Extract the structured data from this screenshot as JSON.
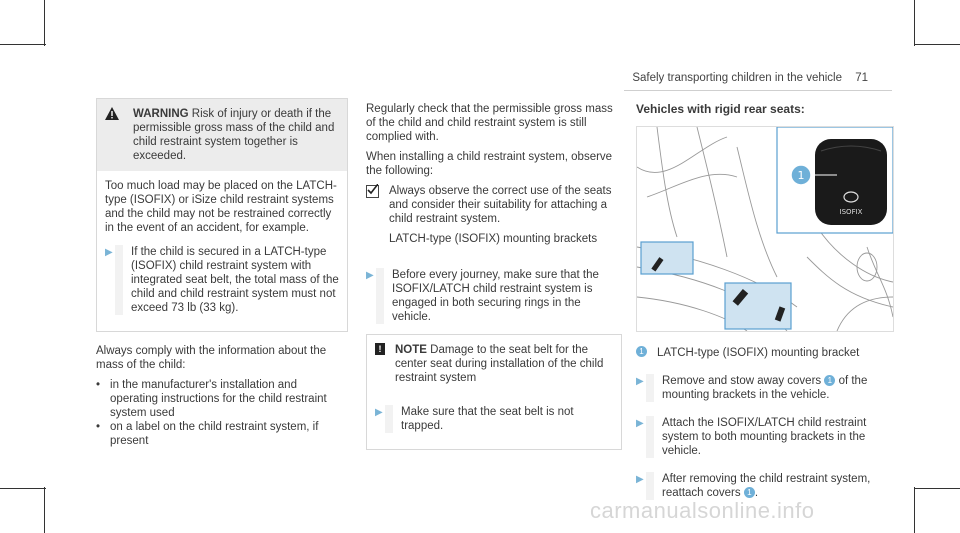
{
  "header": {
    "title": "Safely transporting children in the vehicle",
    "page": "71"
  },
  "col1": {
    "warning": {
      "label": "WARNING",
      "head_text": "Risk of injury or death if the permissible gross mass of the child and child restraint system together is exceeded.",
      "body": "Too much load may be placed on the LATCH-type (ISOFIX) or iSize child restraint systems and the child may not be restrained correctly in the event of an accident, for example.",
      "step": "If the child is secured in a LATCH-type (ISOFIX) child restraint system with integrated seat belt, the total mass of the child and child restraint system must not exceed 73 lb (33 kg)."
    },
    "para": "Always comply with the information about the mass of the child:",
    "bullets": [
      "in the manufacturer's installation and operating instructions for the child restraint system used",
      "on a label on the child restraint system, if present"
    ]
  },
  "col2": {
    "p1": "Regularly check that the permissible gross mass of the child and child restraint system is still complied with.",
    "p2": "When installing a child restraint system, observe the following:",
    "check_text": "Always observe the correct use of the seats and consider their suitability for attaching a child restraint system.",
    "check_sub": "LATCH-type (ISOFIX) mounting brackets",
    "step": "Before every journey, make sure that the ISOFIX/LATCH child restraint system is engaged in both securing rings in the vehicle.",
    "note": {
      "label": "NOTE",
      "head_text": "Damage to the seat belt for the center seat during installation of the child restraint system",
      "step": "Make sure that the seat belt is not trapped."
    }
  },
  "col3": {
    "heading": "Vehicles with rigid rear seats:",
    "figure_badge": "1",
    "figure_logo_text": "ISOFIX",
    "legend_num": "1",
    "legend_text": "LATCH-type (ISOFIX) mounting bracket",
    "steps": [
      {
        "pre": "Remove and stow away covers",
        "num": "1",
        "post": "of the mounting brackets in the vehicle."
      },
      {
        "pre": "Attach the ISOFIX/LATCH child restraint system to both mounting brackets in the vehicle.",
        "num": "",
        "post": ""
      },
      {
        "pre": "After removing the child restraint system, reattach covers",
        "num": "1",
        "post": "."
      }
    ]
  },
  "watermark": "carmanualsonline.info"
}
